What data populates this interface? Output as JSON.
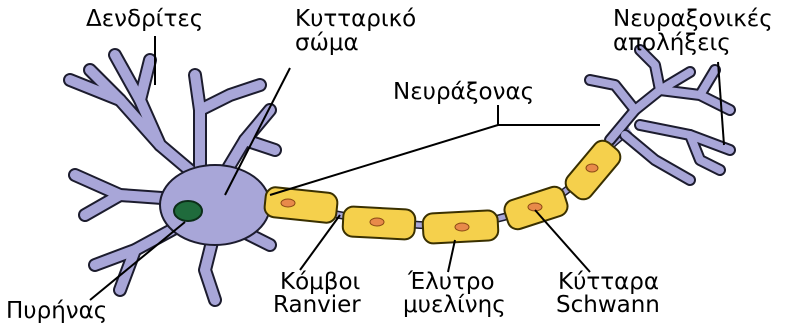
{
  "labels": {
    "dendrites": "Δενδρίτες",
    "cell_body_line1": "Κυτταρικό",
    "cell_body_line2": "σώμα",
    "axon_terminals_line1": "Νευραξονικές",
    "axon_terminals_line2": "απολήξεις",
    "axon": "Νευράξονας",
    "nucleus": "Πυρήνας",
    "nodes_line1": "Κόμβοι",
    "nodes_line2": "Ranvier",
    "myelin_line1": "Έλυτρο",
    "myelin_line2": "μυελίνης",
    "schwann_line1": "Κύτταρα",
    "schwann_line2": "Schwann"
  },
  "colors": {
    "neuron_fill": "#a8a6d8",
    "neuron_stroke": "#1c1c2e",
    "myelin_fill": "#f5d04c",
    "myelin_stroke": "#3a3000",
    "schwann_nucleus": "#e88a4a",
    "nucleus_fill": "#1f6b3c",
    "line": "#000000"
  }
}
